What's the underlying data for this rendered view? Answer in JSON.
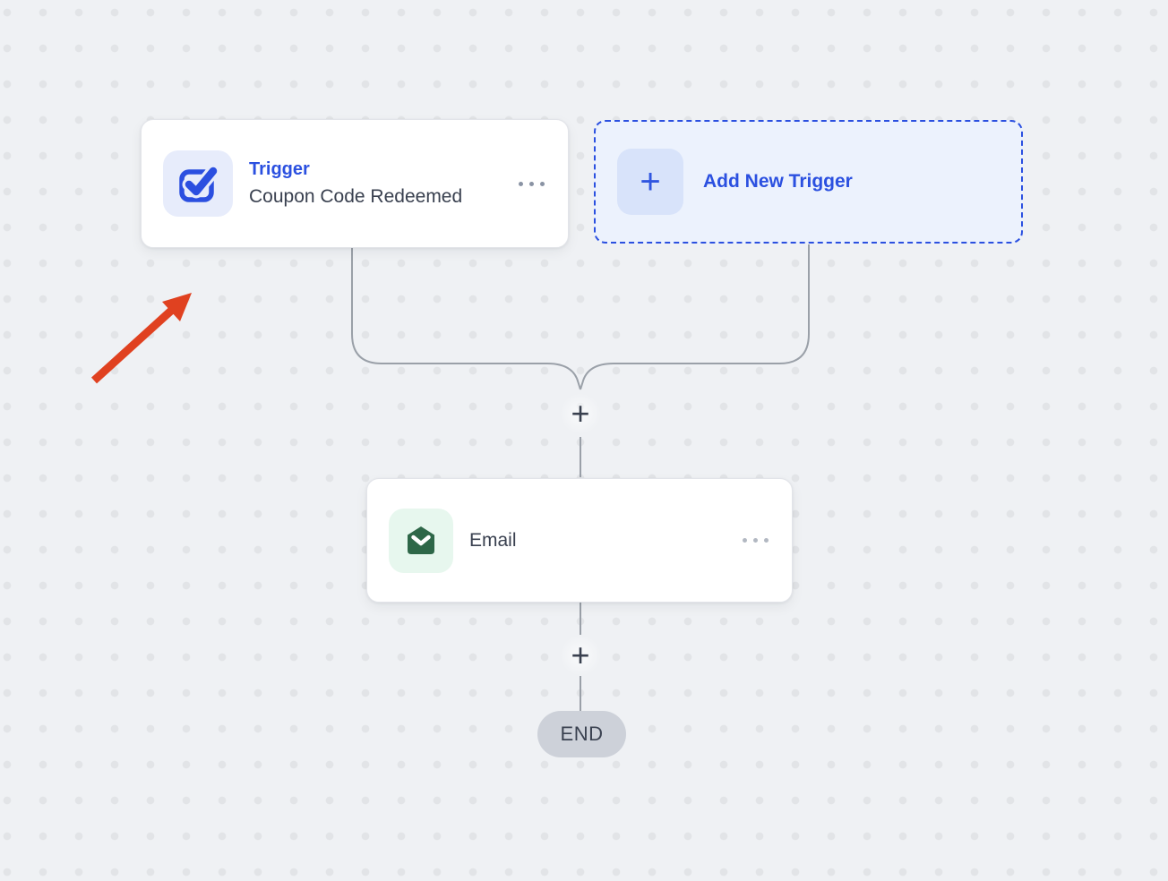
{
  "canvas": {
    "background_color": "#eff1f4",
    "dot_color": "#e3e5e8"
  },
  "nodes": {
    "trigger": {
      "type_label": "Trigger",
      "title": "Coupon Code Redeemed",
      "icon": "checkbox-icon",
      "accent_color": "#2b50e0",
      "icon_bg_color": "#e7ecfb",
      "menu_icon": "ellipsis-menu-icon"
    },
    "add_trigger": {
      "label": "Add New Trigger",
      "plus_glyph": "+",
      "accent_color": "#2b50e0",
      "bg_color": "#ecf2fd"
    },
    "email": {
      "title": "Email",
      "icon": "envelope-icon",
      "icon_color": "#2e6748",
      "icon_bg_color": "#e7f7ee",
      "menu_icon": "ellipsis-menu-icon"
    },
    "end": {
      "label": "END",
      "bg_color": "#cdd1d9"
    }
  },
  "connectors": {
    "insert_plus_top": "+",
    "insert_plus_bottom": "+",
    "line_color": "#9aa0a8"
  },
  "annotation_arrow": {
    "color": "#e04120",
    "direction": "pointing-to-trigger-node"
  }
}
